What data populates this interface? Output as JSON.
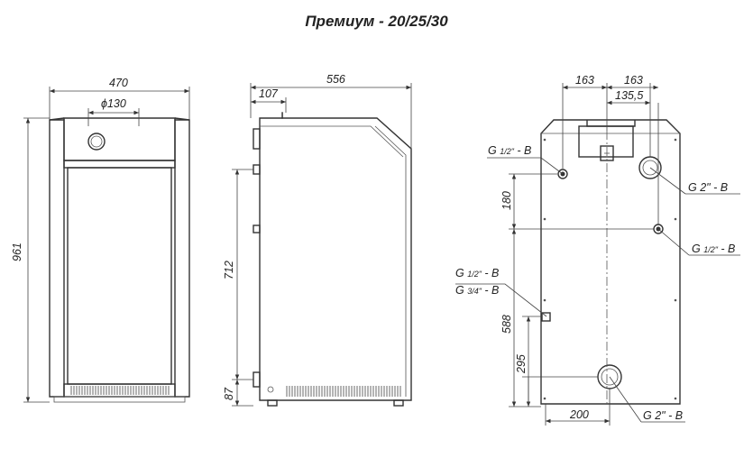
{
  "title": "Премиум - 20/25/30",
  "front_view": {
    "width": "470",
    "flue_diameter": "ϕ130",
    "height": "961"
  },
  "side_view": {
    "depth": "556",
    "flue_offset": "107",
    "connection_height": "712",
    "bottom_height": "87"
  },
  "rear_view": {
    "dim_left": "163",
    "dim_right": "163",
    "dim_center_offset": "135,5",
    "dim_180": "180",
    "dim_588": "588",
    "dim_295": "295",
    "dim_200": "200",
    "labels": {
      "top_left_prefix": "G",
      "top_left_size": "1/2\"",
      "top_left_suffix": "- B",
      "flow_prefix": "G 2\"",
      "flow_suffix": "- B",
      "right_prefix": "G",
      "right_size": "1/2\"",
      "right_suffix": "- B",
      "mid_a_prefix": "G",
      "mid_a_size": "1/2\"",
      "mid_a_suffix": "- B",
      "mid_b_prefix": "G",
      "mid_b_size": "3/4\"",
      "mid_b_suffix": "- B",
      "return_prefix": "G 2\"",
      "return_suffix": "- B"
    }
  }
}
